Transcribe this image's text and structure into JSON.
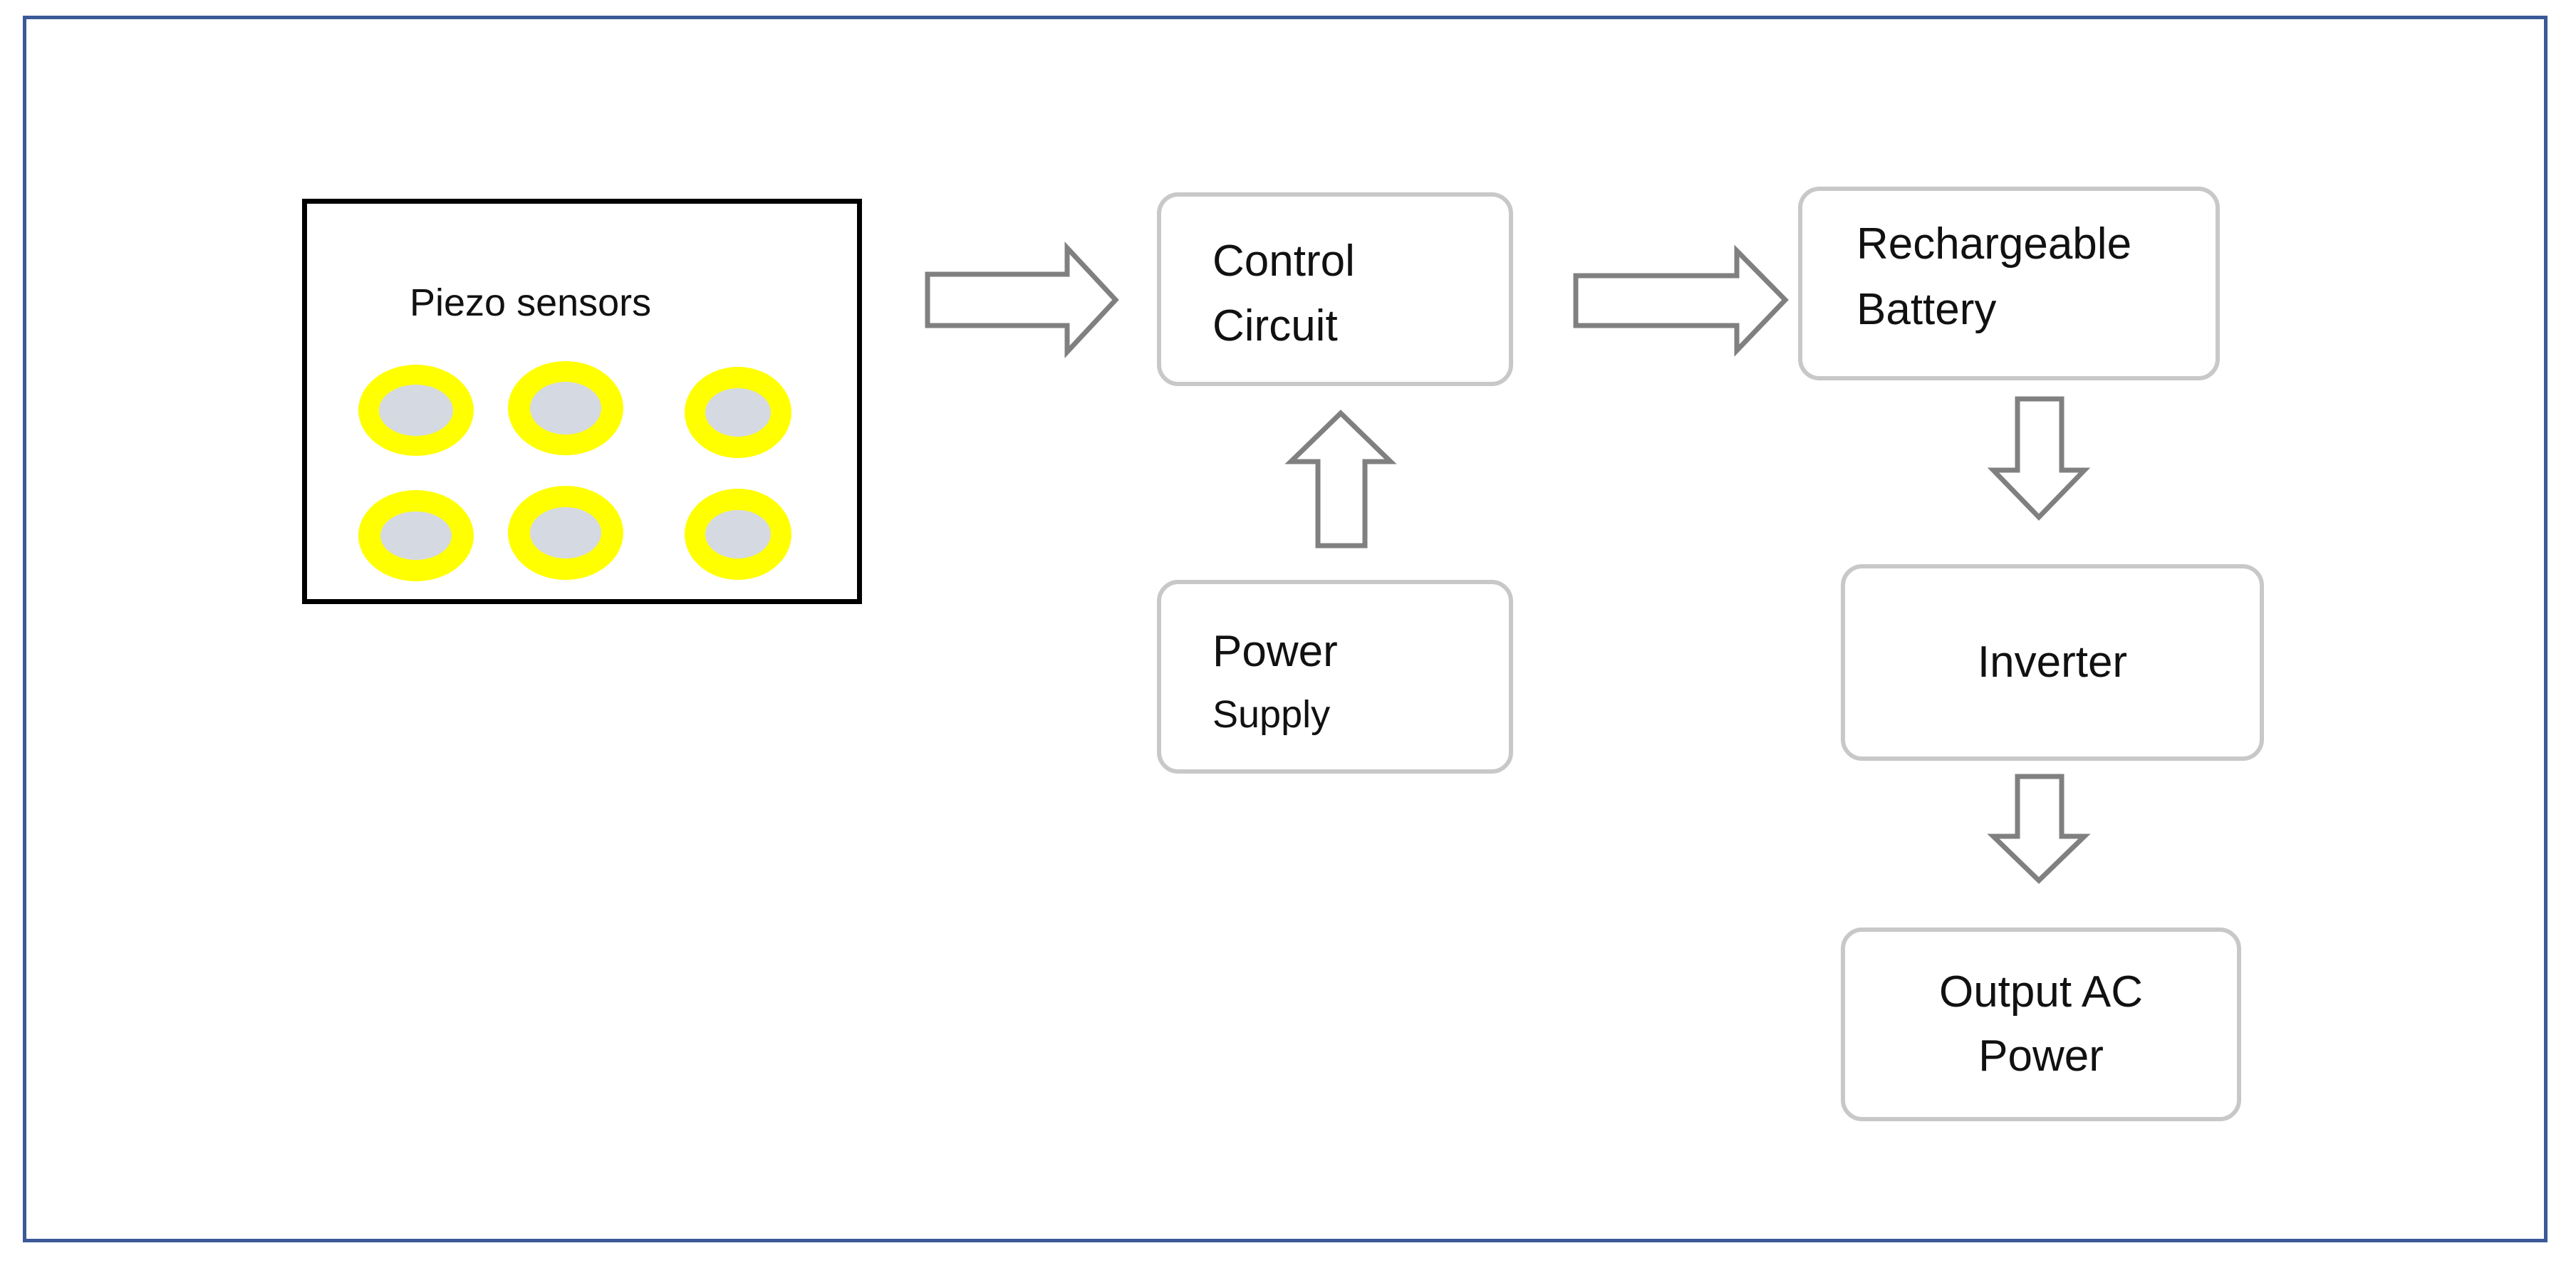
{
  "piezo_panel": {
    "label": "Piezo sensors",
    "sensor_count": 6,
    "sensor_ring_color": "#ffff00",
    "sensor_core_color": "#d5d9e2"
  },
  "control_circuit": {
    "line1": "Control",
    "line2": "Circuit"
  },
  "power_supply": {
    "line1": "Power",
    "line2": "Supply"
  },
  "battery": {
    "line1": "Rechargeable",
    "line2": "Battery"
  },
  "inverter": {
    "label": "Inverter"
  },
  "output": {
    "line1": "Output AC",
    "line2": "Power"
  },
  "colors": {
    "frame_border": "#3b5998",
    "box_border": "#c8c8c8",
    "arrow_stroke": "#808080"
  }
}
